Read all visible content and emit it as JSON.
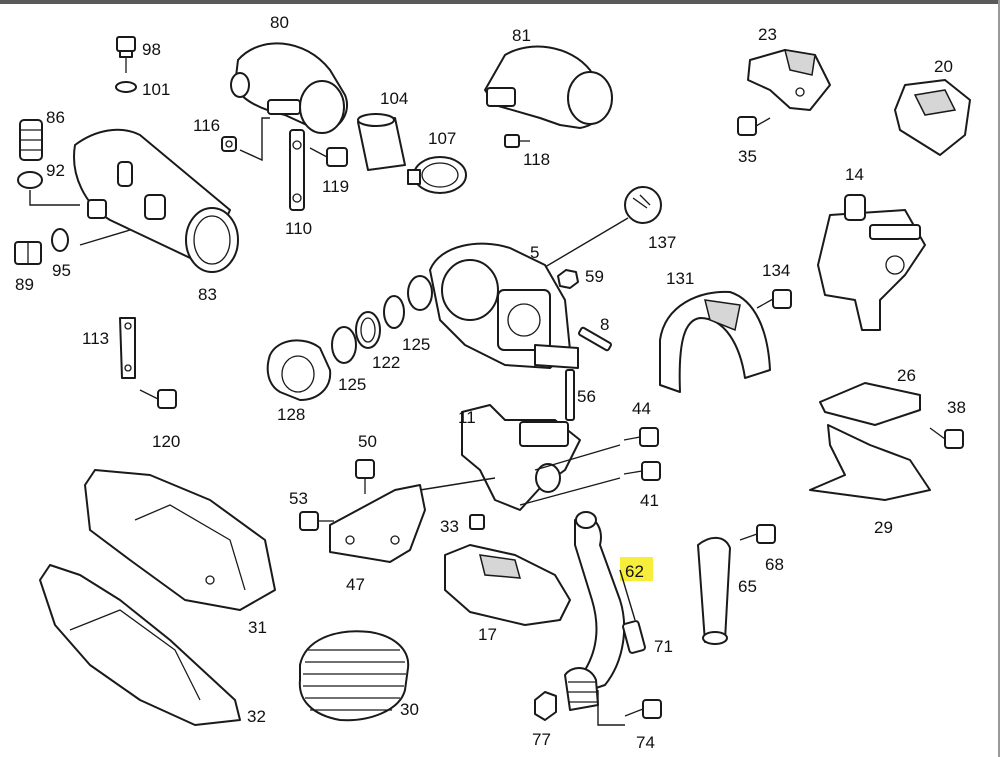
{
  "highlight_color": "#f6ee3a",
  "labels": {
    "p98": "98",
    "p101": "101",
    "p80": "80",
    "p81": "81",
    "p23": "23",
    "p20": "20",
    "p86": "86",
    "p92": "92",
    "p89": "89",
    "p95": "95",
    "p83": "83",
    "p116": "116",
    "p104": "104",
    "p107": "107",
    "p119": "119",
    "p110": "110",
    "p118": "118",
    "p35": "35",
    "p14": "14",
    "p137": "137",
    "p5": "5",
    "p59": "59",
    "p131": "131",
    "p134": "134",
    "p8": "8",
    "p113": "113",
    "p120": "120",
    "p125a": "125",
    "p125b": "125",
    "p122": "122",
    "p128": "128",
    "p56": "56",
    "p26": "26",
    "p38": "38",
    "p29": "29",
    "p11": "11",
    "p44": "44",
    "p41": "41",
    "p50": "50",
    "p53": "53",
    "p47": "47",
    "p33": "33",
    "p17": "17",
    "p62": "62",
    "p71": "71",
    "p68": "68",
    "p65": "65",
    "p31": "31",
    "p32": "32",
    "p30": "30",
    "p77": "77",
    "p74": "74"
  }
}
